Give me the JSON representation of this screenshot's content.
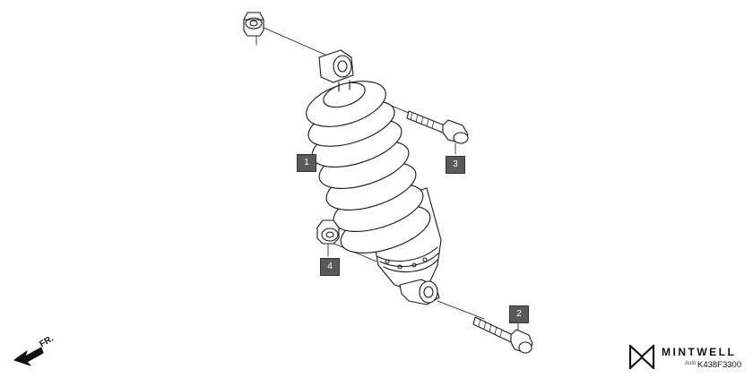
{
  "callouts": {
    "c1": "1",
    "c2": "2",
    "c3": "3",
    "c4": "4"
  },
  "direction_label": "FR.",
  "brand": {
    "name": "MINTWELL",
    "tagline": "Auto"
  },
  "part_code": "K438F3300",
  "colors": {
    "line": "#1a1a1a",
    "callout_bg": "#5a5a5a",
    "callout_text": "#ffffff"
  }
}
